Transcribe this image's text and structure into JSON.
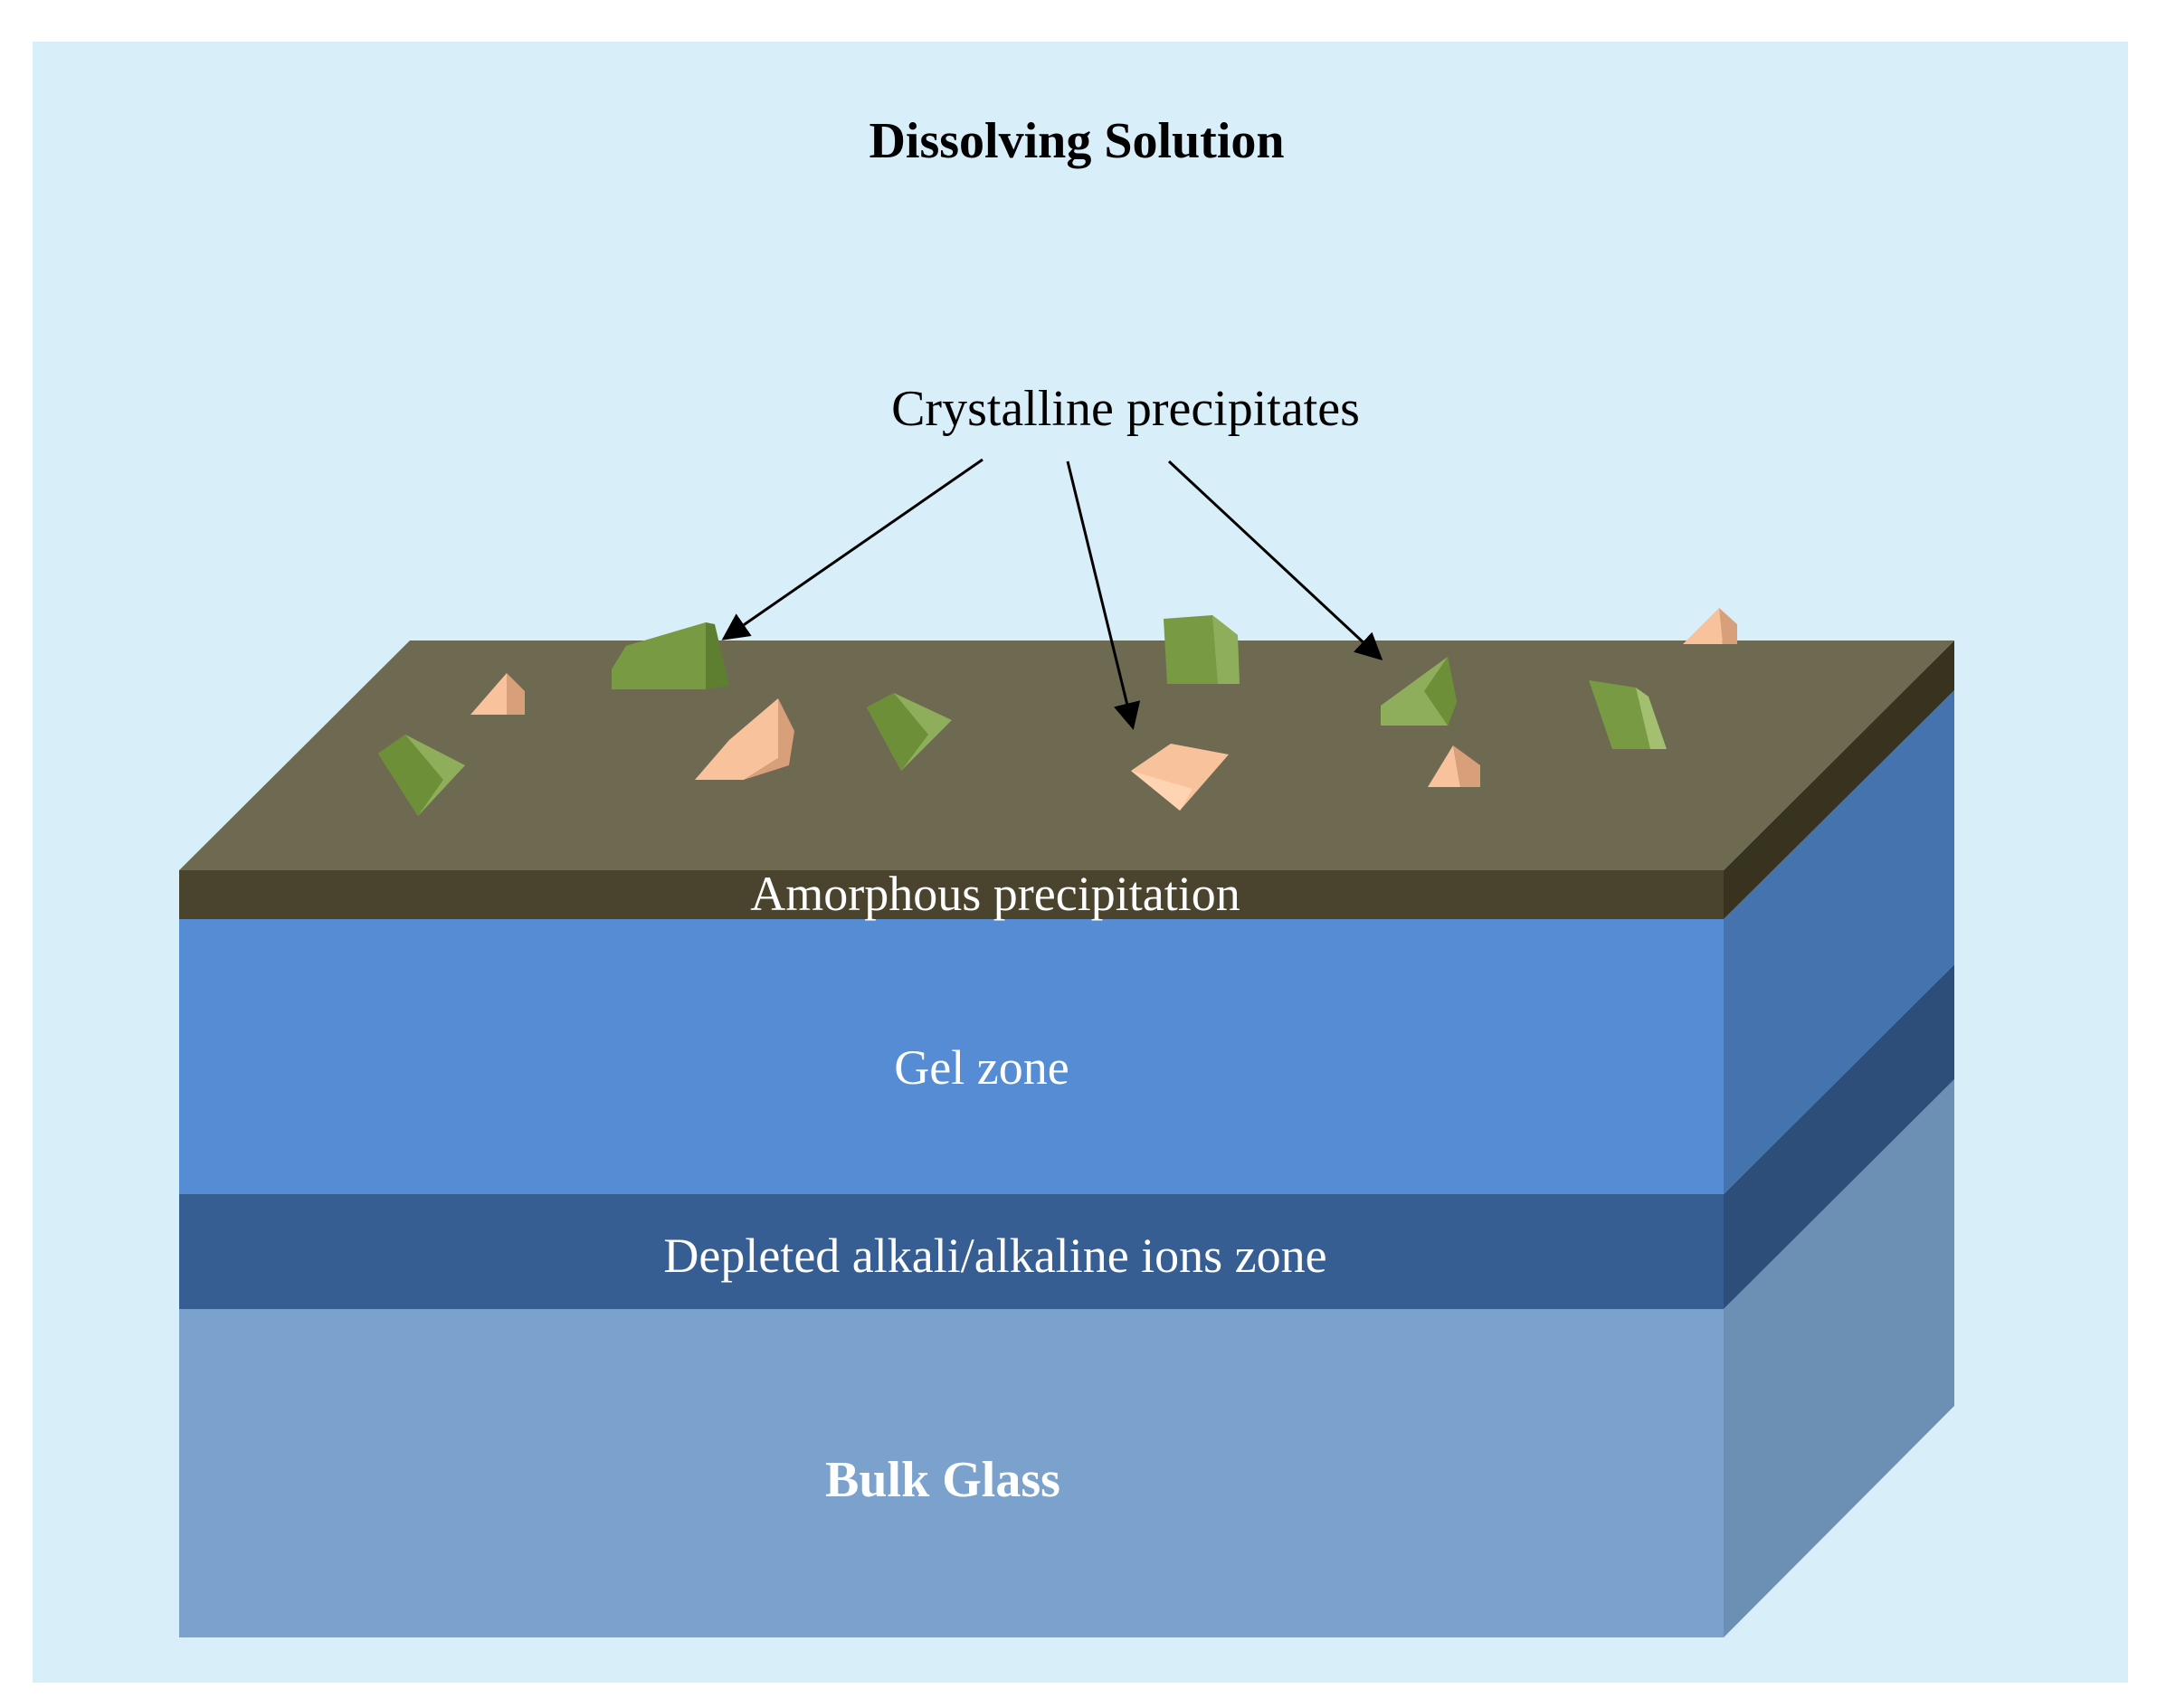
{
  "title": "Dissolving Solution",
  "callout": "Crystalline precipitates",
  "layers": {
    "amorphous": "Amorphous precipitation",
    "gel": "Gel zone",
    "depleted": "Depleted alkali/alkaline ions zone",
    "bulk": "Bulk Glass"
  },
  "colors": {
    "solution_background": "#d8eff9",
    "amorphous_top": "#6e6a52",
    "amorphous_front": "#4a432e",
    "amorphous_side": "#38331f",
    "gel_front": "#558cd4",
    "gel_side": "#4473ae",
    "depleted_front": "#365e92",
    "depleted_side": "#2c4e78",
    "bulk_front": "#7aa2cc",
    "bulk_side": "#6c8fb4",
    "crystal_green": "#789a42",
    "crystal_peach": "#f8c39c"
  }
}
